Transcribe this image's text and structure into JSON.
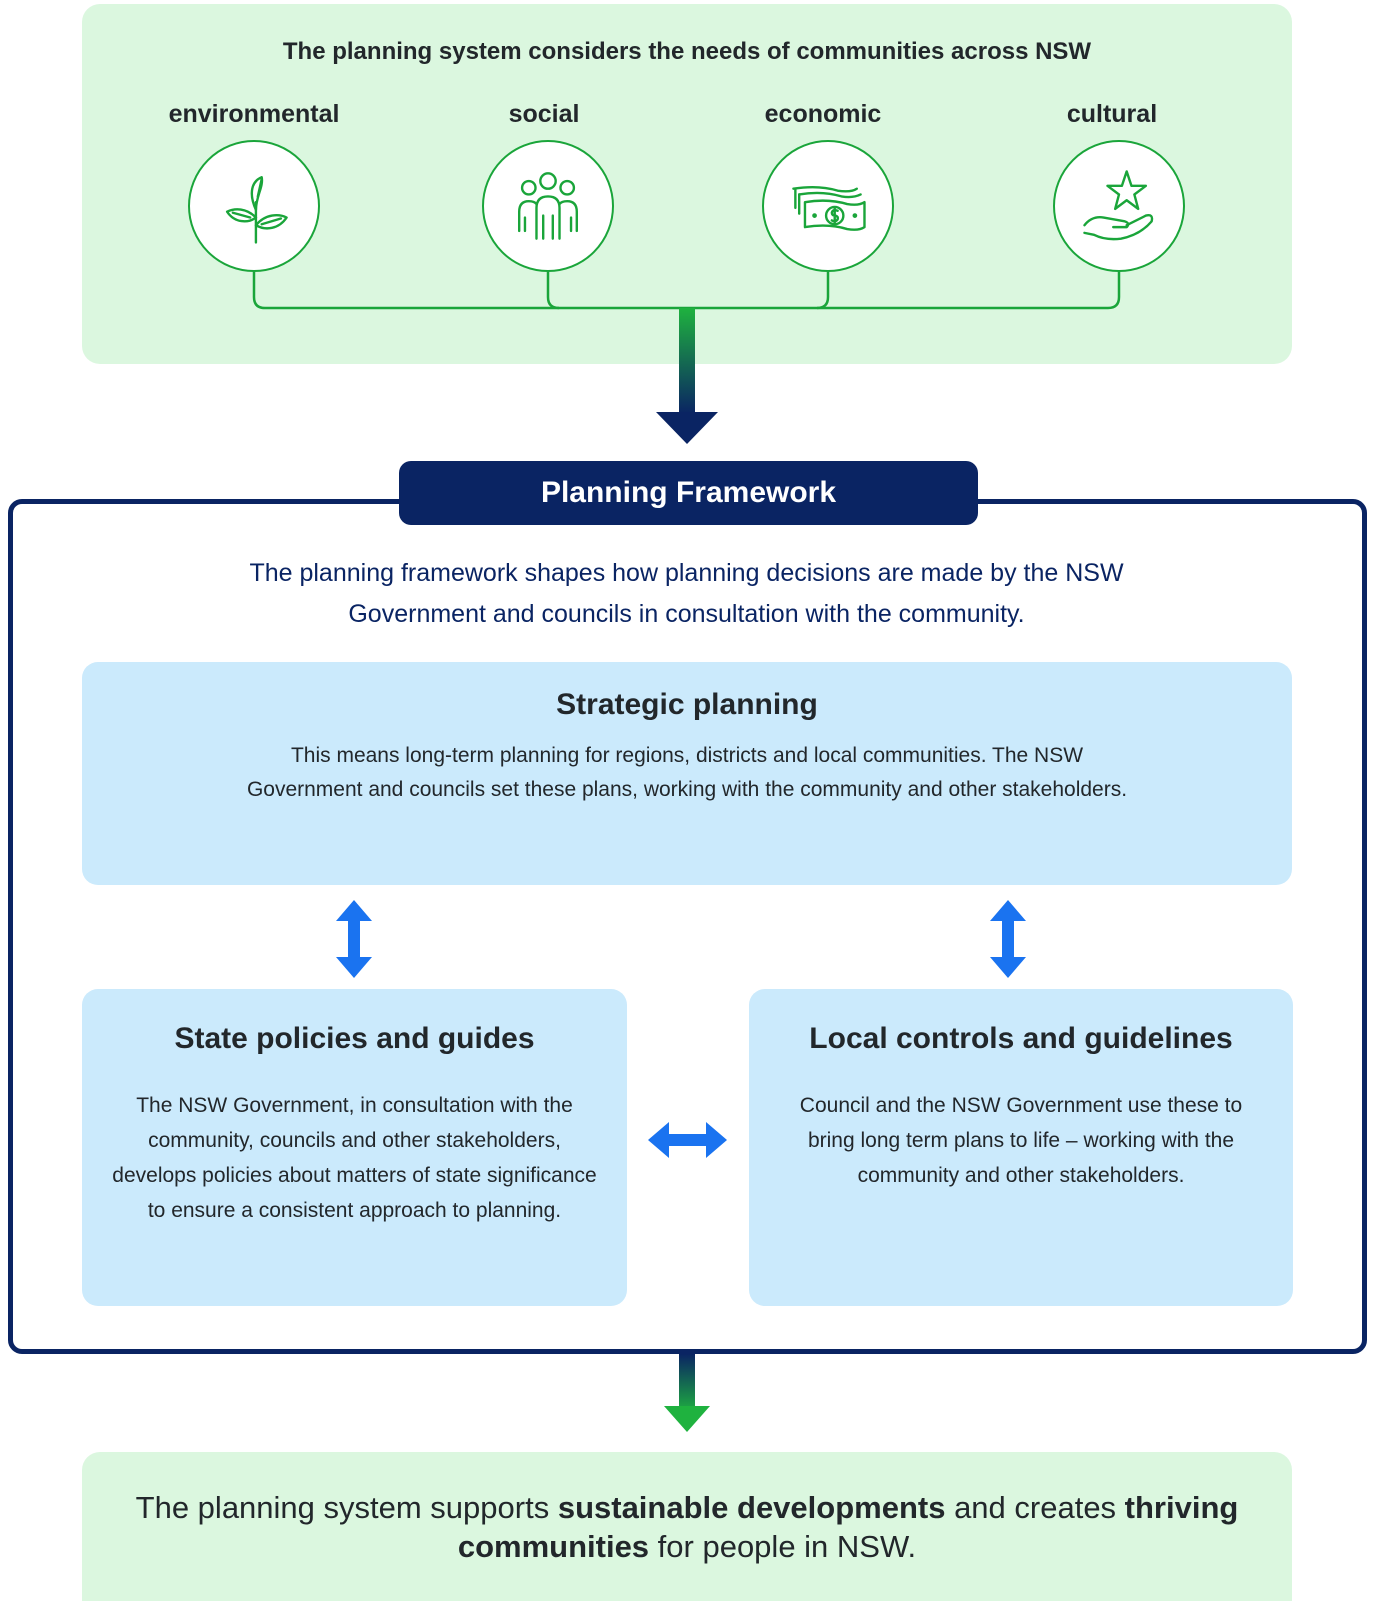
{
  "needs": {
    "heading": "The planning system considers the needs of communities across NSW",
    "items": [
      {
        "label": "environmental",
        "icon": "plant-icon"
      },
      {
        "label": "social",
        "icon": "people-group-icon"
      },
      {
        "label": "economic",
        "icon": "money-icon"
      },
      {
        "label": "cultural",
        "icon": "hand-star-icon"
      }
    ]
  },
  "framework": {
    "title": "Planning Framework",
    "description": "The planning framework shapes how planning decisions are made by the NSW Government and councils in consultation with the community.",
    "strategic": {
      "title": "Strategic planning",
      "description": "This means long-term planning for regions, districts and local communities. The NSW Government and councils set these plans, working with the community and other stakeholders."
    },
    "state": {
      "title": "State policies and guides",
      "description": "The NSW Government, in consultation with the community, councils and other stakeholders, develops policies about matters of state significance to ensure a consistent approach to planning."
    },
    "local": {
      "title": "Local controls and guidelines",
      "description": "Council and the NSW Government use these to bring long term plans to life – working with the community and other stakeholders."
    }
  },
  "outcome": {
    "part1": "The planning system supports ",
    "bold1": "sustainable developments",
    "part2": " and creates ",
    "bold2": "thriving communities",
    "part3": " for people in NSW."
  },
  "colors": {
    "green_panel": "#dbf7df",
    "icon_green": "#1aa53a",
    "navy": "#0a2463",
    "blue_card": "#cbeafc",
    "arrow_blue": "#1a73f0"
  }
}
